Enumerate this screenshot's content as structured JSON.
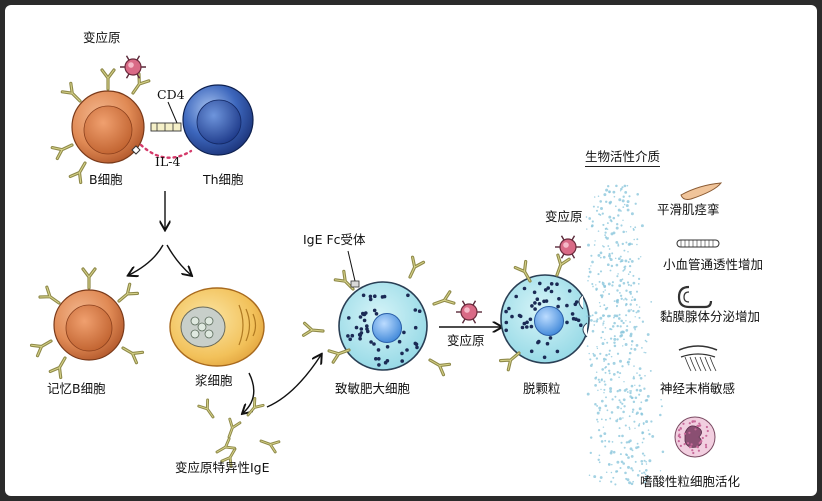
{
  "labels": {
    "allergen_top": "变应原",
    "cd4": "CD4",
    "il4": "IL-4",
    "b_cell": "B细胞",
    "th_cell": "Th细胞",
    "memory_b": "记忆B细胞",
    "plasma_cell": "浆细胞",
    "specific_ige": "变应原特异性IgE",
    "ige_fc_receptor": "IgE Fc受体",
    "sensitized_mast": "致敏肥大细胞",
    "allergen_arrow": "变应原",
    "allergen_degran": "变应原",
    "degranulation": "脱颗粒",
    "mediators_title": "生物活性介质",
    "effect_smooth": "平滑肌痉挛",
    "effect_vessel": "小血管通透性增加",
    "effect_gland": "黏膜腺体分泌增加",
    "effect_nerve": "神经末梢敏感",
    "effect_eos": "嗜酸性粒细胞活化"
  },
  "colors": {
    "b_cell": "#e08a55",
    "th_cell": "#2f56a8",
    "mast_cell": "#9fe0ea",
    "mast_nucleus": "#5ba4e8",
    "plasma_cell": "#f2c15a",
    "antibody": "#8f8a4a",
    "allergen": "#d96a86",
    "granule": "#1b2a55",
    "mediator_dots": "#8cc7dc",
    "eosinophil": "#e7b6cf"
  },
  "icons": [
    "antibody-icon",
    "allergen-icon",
    "smooth-muscle-icon",
    "vessel-icon",
    "gland-icon",
    "nerve-icon",
    "eosinophil-icon"
  ]
}
